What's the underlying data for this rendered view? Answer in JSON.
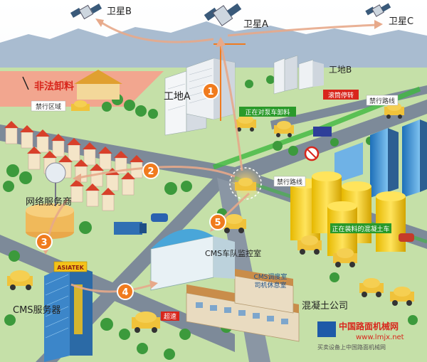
{
  "satellites": {
    "a": "卫星A",
    "b": "卫星B",
    "c": "卫星C"
  },
  "sites": {
    "a": "工地A",
    "b": "工地B"
  },
  "labels": {
    "illegal_unload": "非法卸料",
    "forbidden_zone": "禁行区域",
    "pumping": "正在对泵车卸料",
    "rollover": "滚筒停转",
    "forbidden_route_1": "禁行路线",
    "forbidden_route_2": "禁行路线",
    "loading": "正在装料的混凝土车",
    "network_provider": "网络服务商",
    "cms_monitor": "CMS车队监控室",
    "cms_dispatch_line1": "CMS调度室",
    "cms_dispatch_line2": "司机休息室",
    "cms_server": "CMS服务器",
    "concrete_company": "混凝土公司",
    "speeding": "超速",
    "asiatek": "ASIATEK"
  },
  "steps": [
    "1",
    "2",
    "3",
    "4",
    "5"
  ],
  "watermark": {
    "brand": "中国路面机械网",
    "url": "www.lmjx.net",
    "tagline": "买卖设备上中国路面机械网"
  },
  "colors": {
    "road": "#7d8a99",
    "grass": "#b9d99a",
    "forbidden_zone": "#f2a68f",
    "step": "#f07b1e",
    "green_label": "#2a9a2a",
    "red_label": "#d8261c"
  }
}
